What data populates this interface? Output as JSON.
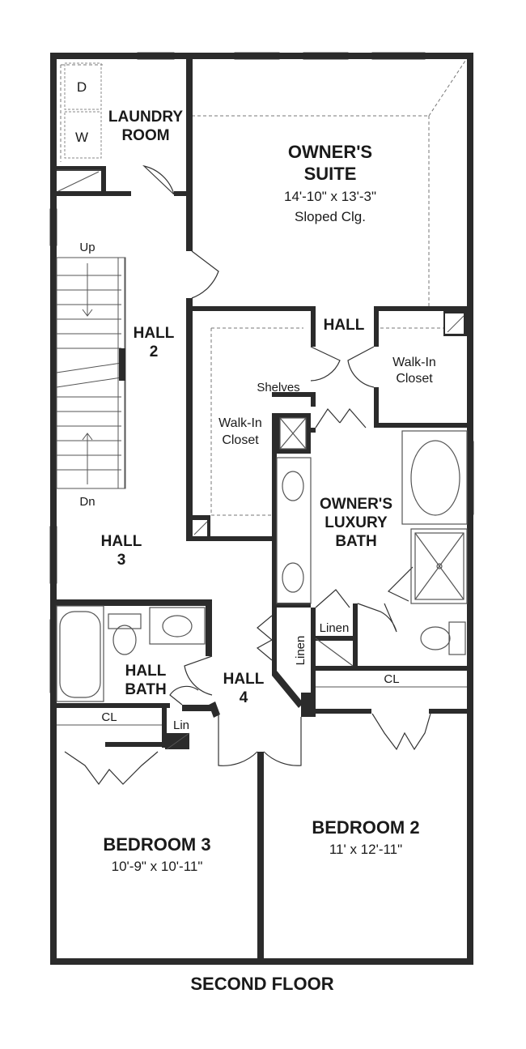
{
  "plan_title": "SECOND FLOOR",
  "rooms": {
    "laundry": {
      "name_line1": "LAUNDRY",
      "name_line2": "ROOM",
      "dryer": "D",
      "washer": "W"
    },
    "owners_suite": {
      "name_line1": "OWNER'S",
      "name_line2": "SUITE",
      "size": "14'-10\" x 13'-3\"",
      "note": "Sloped Clg."
    },
    "hall": {
      "name": "HALL"
    },
    "hall2": {
      "line1": "HALL",
      "line2": "2"
    },
    "hall3": {
      "line1": "HALL",
      "line2": "3"
    },
    "hall4": {
      "line1": "HALL",
      "line2": "4"
    },
    "walkin_left": {
      "line1": "Walk-In",
      "line2": "Closet"
    },
    "walkin_right": {
      "line1": "Walk-In",
      "line2": "Closet"
    },
    "shelves": "Shelves",
    "owners_bath": {
      "line1": "OWNER'S",
      "line2": "LUXURY",
      "line3": "BATH"
    },
    "linen_vertical": "Linen",
    "linen_horizontal": "Linen",
    "hall_bath": {
      "line1": "HALL",
      "line2": "BATH"
    },
    "closet_br3": "CL",
    "closet_br2": "CL",
    "lin": "Lin",
    "bedroom3": {
      "name": "BEDROOM 3",
      "size": "10'-9\" x 10'-11\""
    },
    "bedroom2": {
      "name": "BEDROOM 2",
      "size": "11' x 12'-11\""
    }
  },
  "stairs": {
    "up": "Up",
    "down": "Dn"
  }
}
